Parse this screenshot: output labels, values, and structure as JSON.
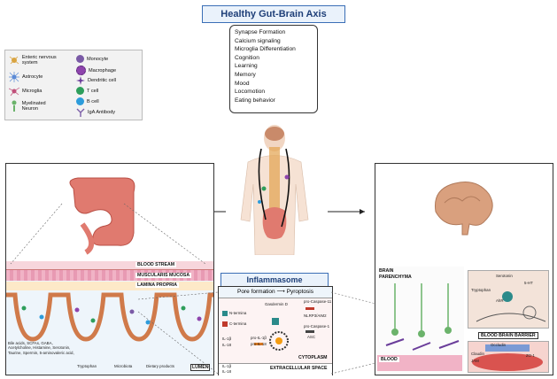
{
  "title": "Healthy Gut-Brain Axis",
  "functions": [
    "Synapse Formation",
    "Calcium signaling",
    "Microglia Differentiation",
    "Cognition",
    "Learning",
    "Memory",
    "Mood",
    "Locomotion",
    "Eating behavior"
  ],
  "legend_left": [
    {
      "label": "Enteric nervous system",
      "icon": "enteric-neuron-icon",
      "color": "#d9a441"
    },
    {
      "label": "Astrocyte",
      "icon": "astrocyte-icon",
      "color": "#5b8bd6"
    },
    {
      "label": "Microglia",
      "icon": "microglia-icon",
      "color": "#c0507a"
    },
    {
      "label": "Myelinated Neuron",
      "icon": "myelinated-neuron-icon",
      "color": "#6bb36b"
    }
  ],
  "legend_right": [
    {
      "label": "Monocyte",
      "icon": "monocyte-icon",
      "color": "#7a5aa6"
    },
    {
      "label": "Macrophage",
      "icon": "macrophage-icon",
      "color": "#8e44ad"
    },
    {
      "label": "Dendritic cell",
      "icon": "dendritic-cell-icon",
      "color": "#6a3d9a"
    },
    {
      "label": "T cell",
      "icon": "t-cell-icon",
      "color": "#2e9e5b"
    },
    {
      "label": "B cell",
      "icon": "b-cell-icon",
      "color": "#2d9cdb"
    },
    {
      "label": "IgA Antibody",
      "icon": "iga-antibody-icon",
      "color": "#7b5ea7"
    }
  ],
  "gut_panel": {
    "bands": [
      "BLOOD STREAM",
      "MUSCULARIS MUCOSA",
      "LAMINA PROPRIA",
      "LUMEN"
    ],
    "metabolites": "Bile acids, SCFAs, GABA, Acetylcholine, Histamine, Serotonin, Taurine, Spermin, 5-aminovaleric acid,",
    "labels": [
      "Tryptophan",
      "Microbiota",
      "Dietary products"
    ]
  },
  "inflammasome": {
    "title": "Inflammasome",
    "pore": "Pore formation",
    "pyroptosis": "Pyroptosis",
    "labels": [
      "N-termina",
      "C-termina",
      "Gasdermin D",
      "IL-1β",
      "IL-18",
      "pro-Caspase-11",
      "NLRP3/AIM2",
      "pro-Caspase-1",
      "ASC",
      "pro-IL-1β",
      "pro-IL-18"
    ],
    "cytoplasm": "CYTOPLASM",
    "extracellular": "EXTRACELLULAR SPACE"
  },
  "brain_panel": {
    "parenchyma": "BRAIN PARENCHYMA",
    "blood": "BLOOD",
    "bbb": "BLOOD BRAIN BARRIER",
    "inset_labels": [
      "Serotonin",
      "5-HT",
      "Tryptophan",
      "AhR",
      "Occludin",
      "Claudin",
      "JAM",
      "ZO-1"
    ]
  }
}
